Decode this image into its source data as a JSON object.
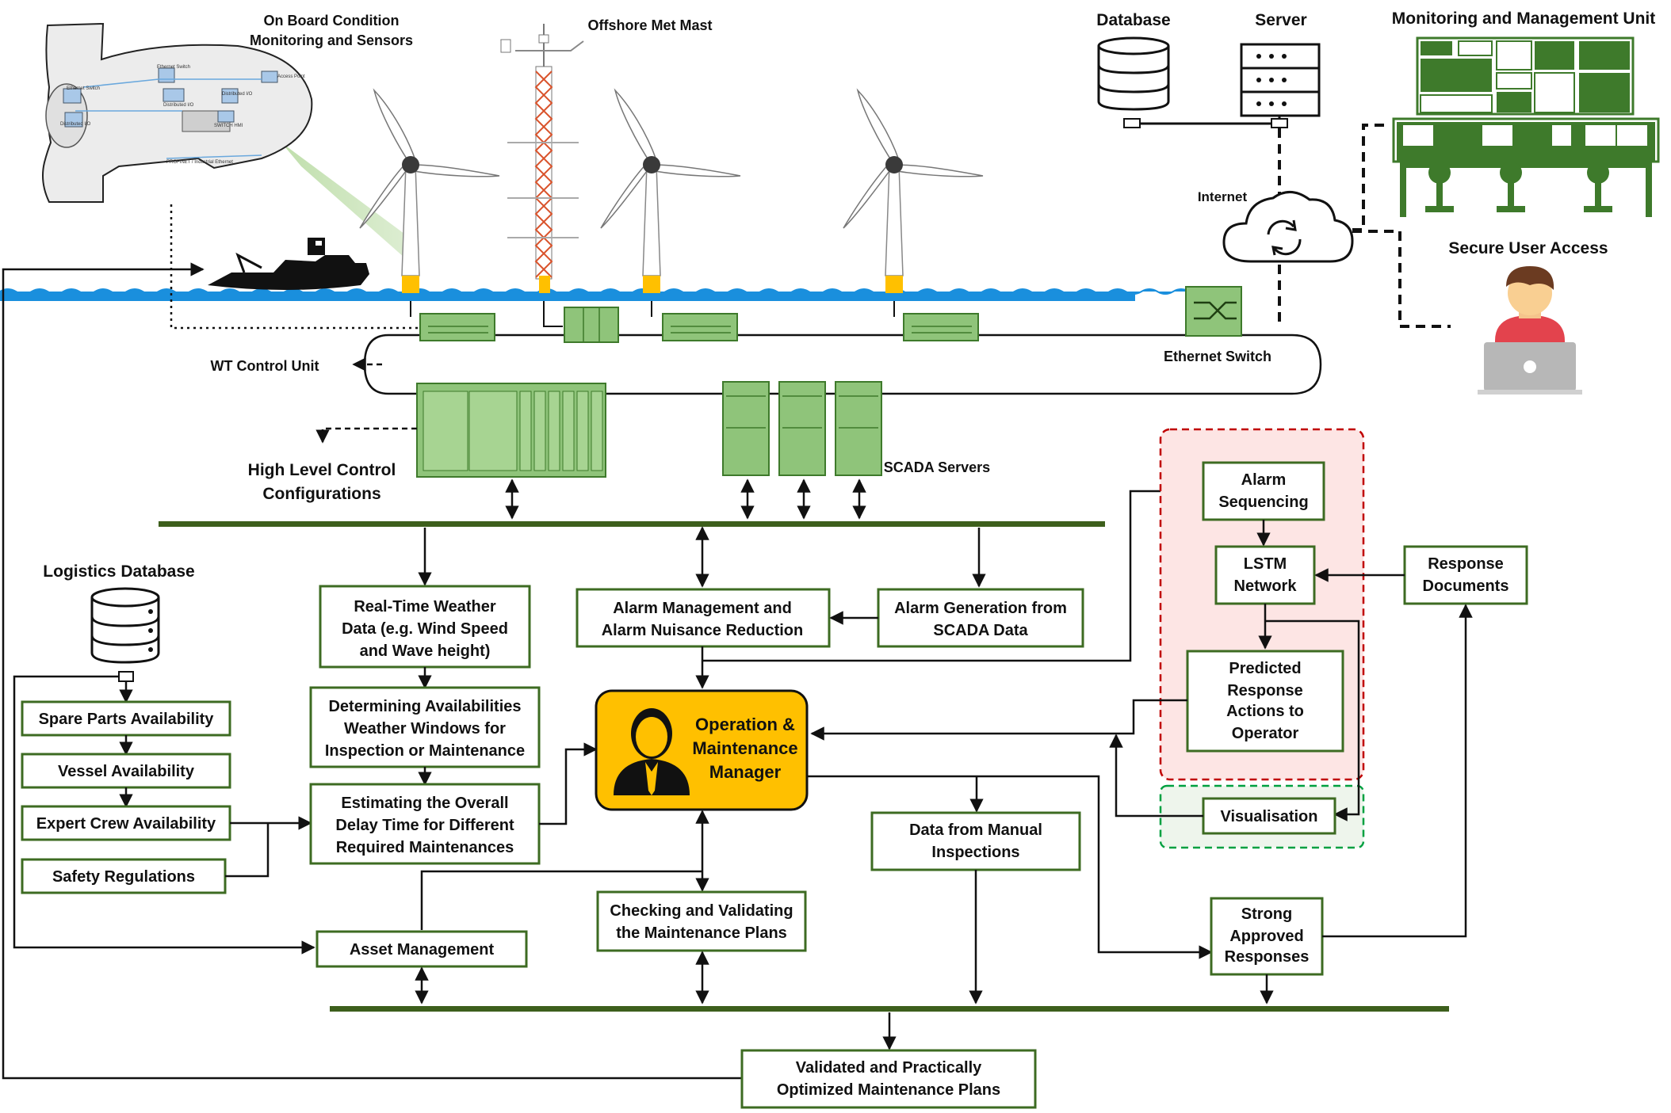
{
  "top": {
    "onboard_label_1": "On Board Condition",
    "onboard_label_2": "Monitoring and Sensors",
    "met_mast_label": "Offshore Met Mast",
    "database_label": "Database",
    "server_label": "Server",
    "mmu_label": "Monitoring and Management Unit",
    "internet_label": "Internet",
    "secure_user_label": "Secure User Access",
    "ethernet_switch_label": "Ethernet Switch",
    "wt_control_label": "WT Control Unit",
    "high_level_label_1": "High Level Control",
    "high_level_label_2": "Configurations",
    "scada_servers_label": "SCADA Servers",
    "nacelle_labels": [
      "Ethernet Switch",
      "Ethernet Switch",
      "Distributed I/O",
      "Access Point",
      "Distributed I/O",
      "Distributed I/O",
      "SWITCH HMI",
      "PROFINET / Industrial Ethernet"
    ]
  },
  "left": {
    "logistics_label": "Logistics Database",
    "spare_parts": "Spare Parts Availability",
    "vessel": "Vessel Availability",
    "expert_crew": "Expert Crew Availability",
    "safety": "Safety Regulations"
  },
  "boxes": {
    "weather_1": "Real-Time Weather",
    "weather_2": "Data (e.g. Wind Speed",
    "weather_3": "and Wave height)",
    "avail_1": "Determining Availabilities",
    "avail_2": "Weather Windows for",
    "avail_3": "Inspection or Maintenance",
    "delay_1": "Estimating the Overall",
    "delay_2": "Delay Time for Different",
    "delay_3": "Required Maintenances",
    "alarm_mgmt_1": "Alarm Management and",
    "alarm_mgmt_2": "Alarm Nuisance Reduction",
    "alarm_gen_1": "Alarm Generation from",
    "alarm_gen_2": "SCADA Data",
    "om_1": "Operation &",
    "om_2": "Maintenance",
    "om_3": "Manager",
    "alarm_seq_1": "Alarm",
    "alarm_seq_2": "Sequencing",
    "lstm_1": "LSTM",
    "lstm_2": "Network",
    "response_docs_1": "Response",
    "response_docs_2": "Documents",
    "predicted_1": "Predicted",
    "predicted_2": "Response",
    "predicted_3": "Actions to",
    "predicted_4": "Operator",
    "visualisation": "Visualisation",
    "manual_1": "Data from Manual",
    "manual_2": "Inspections",
    "strong_1": "Strong",
    "strong_2": "Approved",
    "strong_3": "Responses",
    "asset": "Asset Management",
    "checking_1": "Checking and Validating",
    "checking_2": "the Maintenance Plans",
    "validated_1": "Validated and Practically",
    "validated_2": "Optimized Maintenance Plans"
  },
  "colors": {
    "box_border": "#3d6b22",
    "bus": "#3d5f1c",
    "module_fill": "#8fc47a",
    "module_stroke": "#3e7a2b",
    "manager_fill": "#ffc000",
    "sea": "#1a8fdd",
    "red_dash": "#c00000",
    "green_dash": "#00a040"
  },
  "icons": [
    "nacelle-diagram-icon",
    "wind-turbine-icon",
    "met-mast-icon",
    "ship-icon",
    "database-icon",
    "server-icon",
    "cloud-icon",
    "dashboard-icon",
    "user-laptop-icon",
    "ethernet-switch-icon",
    "plc-rack-icon",
    "scada-server-icon",
    "manager-icon"
  ]
}
